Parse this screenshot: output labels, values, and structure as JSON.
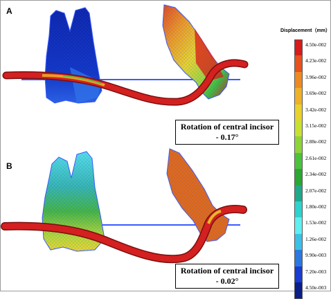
{
  "panels": [
    {
      "label": "A",
      "rotation_title": "Rotation of central incisor",
      "rotation_value": "- 0.17°"
    },
    {
      "label": "B",
      "rotation_title": "Rotation of central incisor",
      "rotation_value": "- 0.02°"
    }
  ],
  "legend": {
    "title": "Displacement（mm）",
    "ticks": [
      "4.50e-002",
      "4.23e-002",
      "3.96e-002",
      "3.69e-002",
      "3.42e-002",
      "3.15e-002",
      "2.88e-002",
      "2.61e-002",
      "2.34e-002",
      "2.07e-002",
      "1.80e-002",
      "1.53e-002",
      "1.26e-002",
      "9.90e-003",
      "7.20e-003",
      "4.50e-003"
    ],
    "colors": [
      "#d81b1b",
      "#e8501c",
      "#ee8a22",
      "#eeb128",
      "#e8d22c",
      "#c8e031",
      "#8ed439",
      "#4cc23c",
      "#2aa832",
      "#20a88a",
      "#2cd3cf",
      "#5ff0f0",
      "#3cc0e8",
      "#2a78e0",
      "#1a3cd2",
      "#0a1f8a"
    ]
  },
  "colors": {
    "mesh_blue": "#3b5bff",
    "wire_red": "#cc1a1a",
    "molar_blue": "#0d2aa8",
    "incisor_orange": "#e06a18"
  }
}
